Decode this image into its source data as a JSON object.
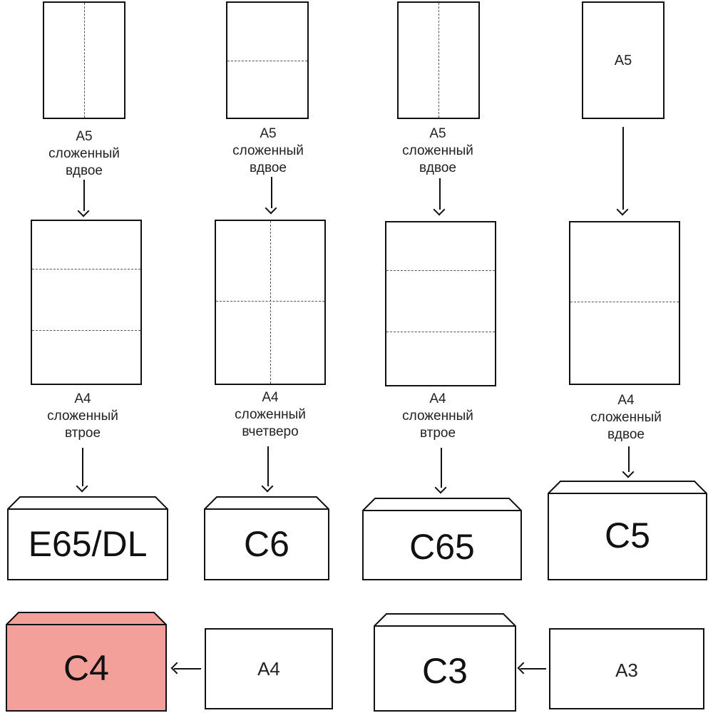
{
  "columns": [
    {
      "top_sheet_label": "",
      "label1": [
        "A5",
        "сложенный",
        "вдвое"
      ],
      "label2": [
        "A4",
        "сложенный",
        "втрое"
      ],
      "envelope": "E65/DL"
    },
    {
      "top_sheet_label": "",
      "label1": [
        "A5",
        "сложенный",
        "вдвое"
      ],
      "label2": [
        "A4",
        "сложенный",
        "вчетверо"
      ],
      "envelope": "C6"
    },
    {
      "top_sheet_label": "",
      "label1": [
        "A5",
        "сложенный",
        "вдвое"
      ],
      "label2": [
        "A4",
        "сложенный",
        "втрое"
      ],
      "envelope": "C65"
    },
    {
      "top_sheet_label": "A5",
      "label1": [],
      "label2": [
        "A4",
        "сложенный",
        "вдвое"
      ],
      "envelope": "C5"
    }
  ],
  "bottom": {
    "c4_envelope": "C4",
    "a4_sheet": "A4",
    "c3_envelope": "C3",
    "a3_sheet": "A3",
    "highlight_color": "#f4a09a"
  }
}
